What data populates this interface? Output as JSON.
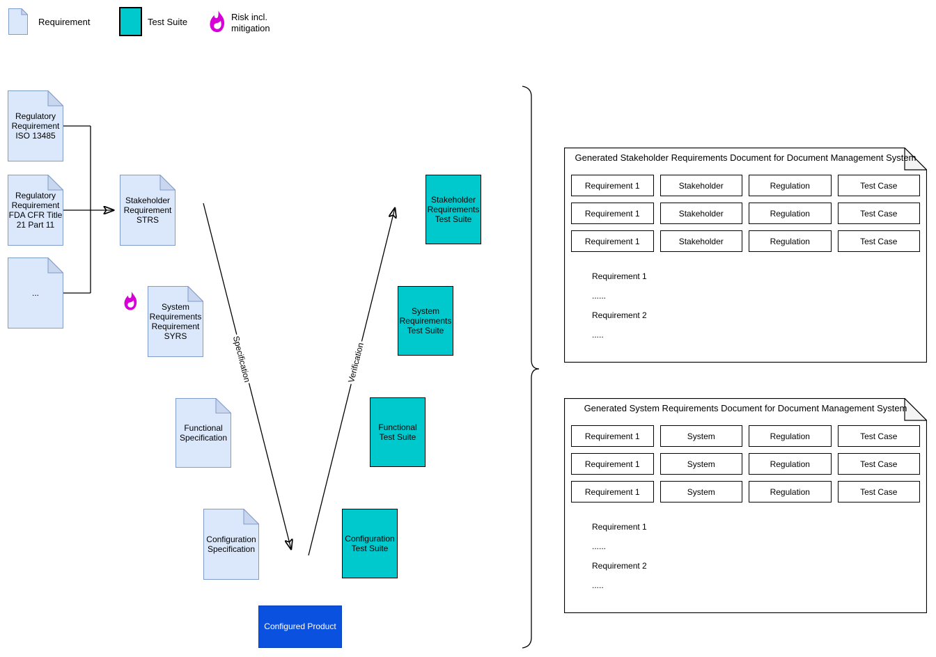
{
  "legend": {
    "requirement_label": "Requirement",
    "test_suite_label": "Test Suite",
    "risk_label": "Risk incl. mitigation"
  },
  "icons": {
    "requirement": "note-document-icon",
    "test_suite": "teal-square-icon",
    "risk": "flame-icon"
  },
  "colors": {
    "requirement_fill": "#DBE8FB",
    "requirement_stroke": "#7E9BC9",
    "test_suite_fill": "#00C9CD",
    "product_fill": "#0B51E0",
    "risk_icon": "#D601D6",
    "line_color": "#000000"
  },
  "diagram": {
    "regulatory_docs": [
      "Regulatory Requirement ISO 13485",
      "Regulatory Requirement FDA CFR Title 21 Part 11",
      "..."
    ],
    "left_branch": [
      "Stakeholder Requirement STRS",
      "System Requirements Requirement SYRS",
      "Functional Specification",
      "Configuration Specification"
    ],
    "product": "Configured Product",
    "right_branch": [
      "Stakeholder Requirements Test Suite",
      "System Requirements Test Suite",
      "Functional Test Suite",
      "Configuration Test Suite"
    ],
    "edge_labels": {
      "left": "Specification",
      "right": "Verification"
    }
  },
  "panels": [
    {
      "title": "Generated Stakeholder Requirements Document for Document Management System",
      "rows": [
        [
          "Requirement 1",
          "Stakeholder",
          "Regulation",
          "Test Case"
        ],
        [
          "Requirement 1",
          "Stakeholder",
          "Regulation",
          "Test Case"
        ],
        [
          "Requirement 1",
          "Stakeholder",
          "Regulation",
          "Test Case"
        ]
      ],
      "body": [
        "Requirement 1",
        "......",
        "Requirement 2",
        "....."
      ]
    },
    {
      "title": "Generated System Requirements Document for Document Management System",
      "rows": [
        [
          "Requirement 1",
          "System",
          "Regulation",
          "Test Case"
        ],
        [
          "Requirement 1",
          "System",
          "Regulation",
          "Test Case"
        ],
        [
          "Requirement 1",
          "System",
          "Regulation",
          "Test Case"
        ]
      ],
      "body": [
        "Requirement 1",
        "......",
        "Requirement 2",
        "....."
      ]
    }
  ]
}
